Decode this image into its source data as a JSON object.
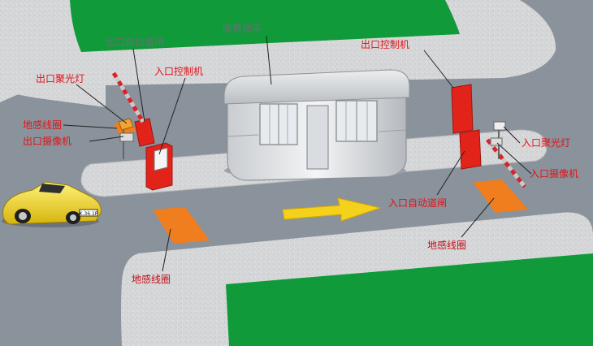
{
  "labels": {
    "toll_booth": "收费岗亭",
    "exit_gate_top": "出口自动道闸",
    "exit_spotlight": "出口聚光灯",
    "entry_controller_left": "入口控制机",
    "exit_loop_left": "地感线圈",
    "exit_camera": "出口摄像机",
    "exit_controller_right": "出口控制机",
    "entry_spotlight": "入口聚光灯",
    "entry_camera": "入口摄像机",
    "entry_gate": "入口自动道闸",
    "loop_right": "地感线圈",
    "loop_bottom": "地感线圈"
  },
  "plate": "K.36.1P",
  "colors": {
    "lawn": "#109a3a",
    "road": "#8a929b",
    "curb": "#d9dadc",
    "controller": "#e2231a",
    "loop": "#f07d1e",
    "arrow": "#f4d21c"
  }
}
